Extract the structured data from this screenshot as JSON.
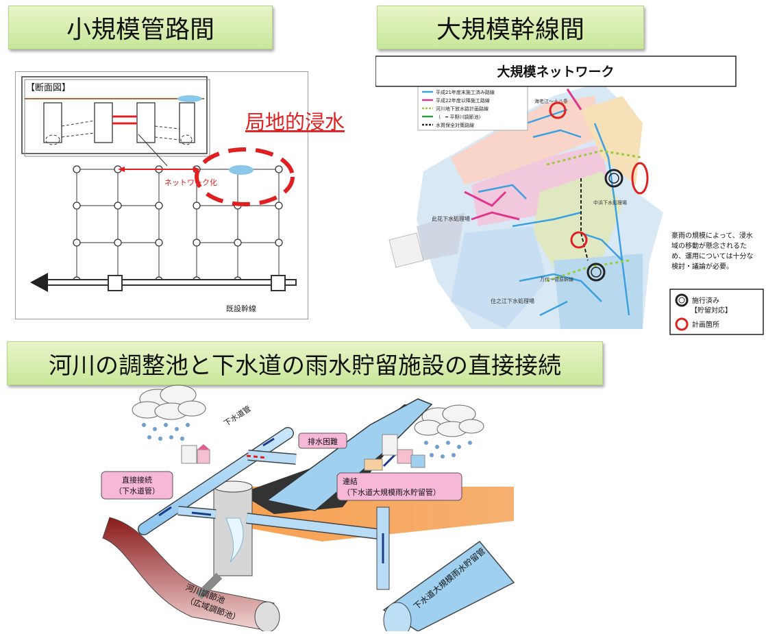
{
  "titles": {
    "small": "小規模管路間",
    "large": "大規模幹線間",
    "bottom": "河川の調整池と下水道の雨水貯留施設の直接接続"
  },
  "small_diagram": {
    "section_label": "【断面図】",
    "flood_label": "局地的浸水",
    "network_label": "ネットワーク化",
    "trunk_label": "既設幹線"
  },
  "large_diagram": {
    "network_title": "大規模ネットワーク",
    "map_legend": [
      {
        "label": "平成21年度末施工済み路線",
        "color": "#3aa0e0"
      },
      {
        "label": "平成22年度以降施工路線",
        "color": "#e0358f"
      },
      {
        "label": "河川地下放水路計画路線",
        "color": "#9acb3c"
      },
      {
        "label": "（　━ 平野川調節池）",
        "color": "#2e9a3a"
      },
      {
        "label": "水質保全対策路線",
        "color": "#222222"
      }
    ],
    "map_labels": [
      "此花下水処理場",
      "住之江下水処理場",
      "万代～菅原幹線",
      "中浜下水処理場",
      "海老江～十八条"
    ],
    "note": "豪雨の規模によって、浸水域の移動が懸念されるため、運用については十分な検討・議論が必要。",
    "legend": [
      {
        "label": "施行済み",
        "color": "#222222"
      },
      {
        "label": "【貯留対応】",
        "color": "#222222"
      },
      {
        "label": "計画箇所",
        "color": "#e02020"
      }
    ]
  },
  "bottom_diagram": {
    "sewer_pipe": "下水道管",
    "drain_difficulty": "排水困難",
    "direct_connection": [
      "直接接続",
      "（下水道管）"
    ],
    "connection": [
      "連結",
      "（下水道大規模雨水貯留管）"
    ],
    "river_pond": [
      "河川調節池",
      "（広域調節池）"
    ],
    "storage_pipe": "下水道大規模雨水貯留管"
  }
}
